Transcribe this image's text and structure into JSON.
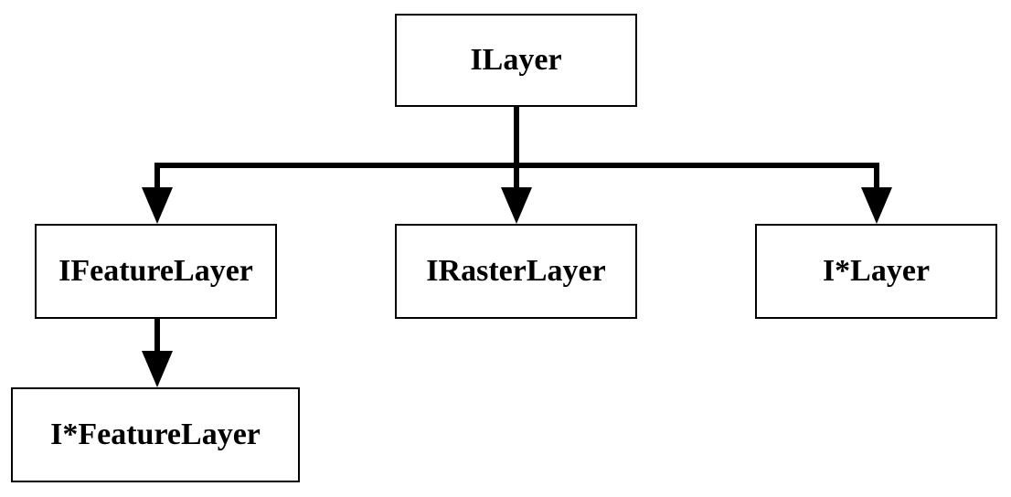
{
  "diagram": {
    "nodes": {
      "root": "ILayer",
      "feature_layer": "IFeatureLayer",
      "raster_layer": "IRasterLayer",
      "other_layer": "I*Layer",
      "other_feature_layer": "I*FeatureLayer"
    },
    "edges": [
      {
        "from": "ILayer",
        "to": "IFeatureLayer"
      },
      {
        "from": "ILayer",
        "to": "IRasterLayer"
      },
      {
        "from": "ILayer",
        "to": "I*Layer"
      },
      {
        "from": "IFeatureLayer",
        "to": "I*FeatureLayer"
      }
    ],
    "colors": {
      "line": "#000000",
      "box_border": "#000000",
      "background": "#ffffff"
    }
  }
}
